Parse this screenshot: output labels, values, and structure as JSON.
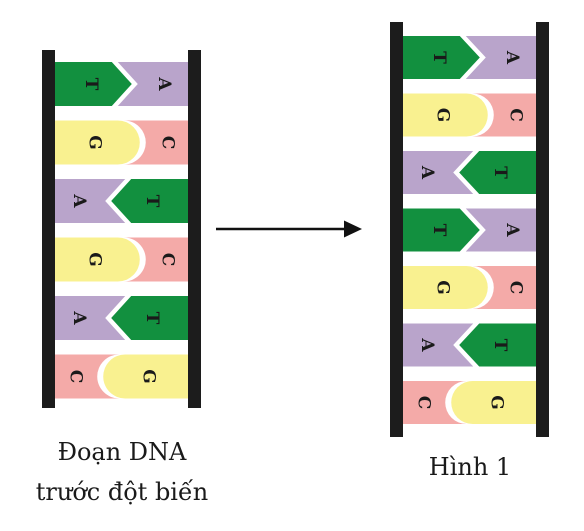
{
  "colors": {
    "T": "#12903f",
    "A": "#b9a4cb",
    "G": "#f9f190",
    "C": "#f4aaa8",
    "backbone": "#1c1c1c",
    "arrow": "#111111"
  },
  "left_strand": {
    "pairs": [
      {
        "left": "T",
        "right": "A"
      },
      {
        "left": "G",
        "right": "C"
      },
      {
        "left": "A",
        "right": "T"
      },
      {
        "left": "G",
        "right": "C"
      },
      {
        "left": "A",
        "right": "T"
      },
      {
        "left": "C",
        "right": "G"
      }
    ],
    "caption_line1": "Đoạn DNA",
    "caption_line2": "trước đột biến"
  },
  "right_strand": {
    "pairs": [
      {
        "left": "T",
        "right": "A"
      },
      {
        "left": "G",
        "right": "C"
      },
      {
        "left": "A",
        "right": "T"
      },
      {
        "left": "T",
        "right": "A"
      },
      {
        "left": "G",
        "right": "C"
      },
      {
        "left": "A",
        "right": "T"
      },
      {
        "left": "C",
        "right": "G"
      }
    ],
    "caption": "Hình 1"
  }
}
